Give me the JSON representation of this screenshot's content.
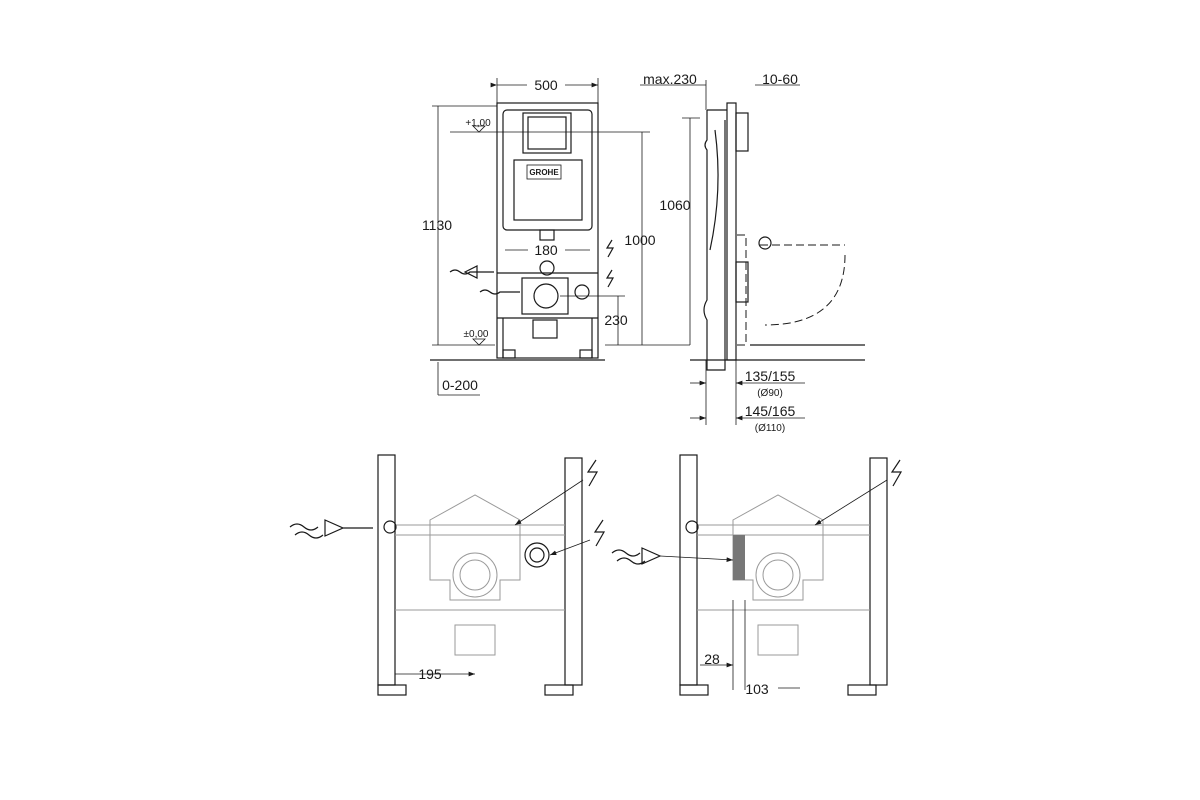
{
  "logo": "GROHE",
  "front_view": {
    "width": "500",
    "level_top": "+1,00",
    "level_floor": "±0,00",
    "height_total": "1130",
    "height_flush": "1000",
    "spacing": "180",
    "outlet_height": "230",
    "floor_adjust": "0-200"
  },
  "side_view": {
    "max_depth": "max.230",
    "wall_thickness": "10-60",
    "height_supply": "1060",
    "outlet_90": "135/155",
    "outlet_90_dia": "(Ø90)",
    "outlet_110": "145/165",
    "outlet_110_dia": "(Ø110)"
  },
  "bottom_left": {
    "offset": "195"
  },
  "bottom_right": {
    "offset_a": "28",
    "offset_b": "103"
  }
}
